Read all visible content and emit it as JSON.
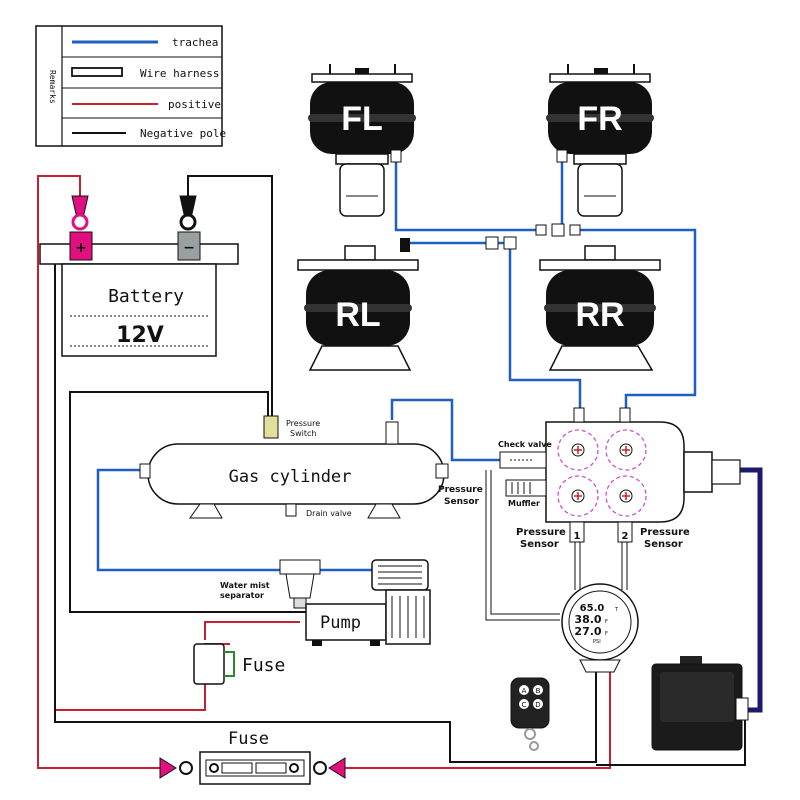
{
  "legend": {
    "title": "Remarks",
    "items": [
      {
        "label": "trachea",
        "color": "#1f5fbf"
      },
      {
        "label": "Wire harness",
        "color": "#000000"
      },
      {
        "label": "positive",
        "color": "#c8202f"
      },
      {
        "label": "Negative pole",
        "color": "#000000"
      }
    ]
  },
  "bags": {
    "fl": "FL",
    "fr": "FR",
    "rl": "RL",
    "rr": "RR"
  },
  "battery": {
    "title": "Battery",
    "voltage": "12V",
    "pos": "+",
    "neg": "−"
  },
  "tank": {
    "title": "Gas cylinder",
    "pressure_switch": [
      "Pressure",
      "Switch"
    ],
    "drain_valve": "Drain valve",
    "pressure_sensor": [
      "Pressure",
      "Sensor"
    ]
  },
  "valve_block": {
    "check_valve": "Check valve",
    "muffler": "Muffler",
    "sensor_left": [
      "Pressure",
      "Sensor"
    ],
    "sensor_right": [
      "Pressure",
      "Sensor"
    ],
    "sensor_num_1": "1",
    "sensor_num_2": "2"
  },
  "gauge": {
    "line1": "65.0",
    "unit1": "T",
    "line2": "38.0",
    "unit2": "F",
    "line3": "27.0",
    "unit3": "F",
    "psi": "PSI"
  },
  "separator": [
    "Water mist",
    "separator"
  ],
  "pump": "Pump",
  "fuse_small": "Fuse",
  "fuse_main": "Fuse",
  "remote": {
    "a": "A",
    "b": "B",
    "c": "C",
    "d": "D"
  },
  "colors": {
    "trachea": "#1f5fbf",
    "positive": "#c8202f",
    "negative": "#000000",
    "dashed": "#d04cd0",
    "harness": "#1a1a6e"
  }
}
